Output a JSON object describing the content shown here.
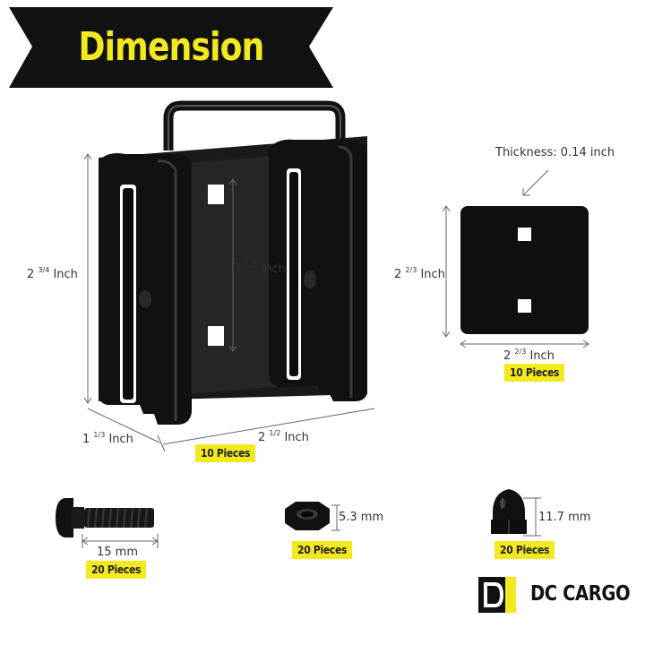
{
  "header": {
    "title": "Dimension"
  },
  "bracket": {
    "height_whole": "2",
    "height_frac": "3/4",
    "height_unit": "Inch",
    "inner_whole": "1",
    "inner_frac": "1/5",
    "inner_unit": "Inch",
    "depth_whole": "1",
    "depth_frac": "1/3",
    "depth_unit": "Inch",
    "width_whole": "2",
    "width_frac": "1/2",
    "width_unit": "Inch",
    "quantity": "10 Pieces"
  },
  "plate": {
    "thickness": "Thickness: 0.14 inch",
    "height_whole": "2",
    "height_frac": "2/3",
    "height_unit": "Inch",
    "width_whole": "2",
    "width_frac": "2/3",
    "width_unit": "Inch",
    "quantity": "10 Pieces"
  },
  "bolt": {
    "length": "15 mm",
    "quantity": "20 Pieces"
  },
  "nut": {
    "height": "5.3 mm",
    "quantity": "20 Pieces"
  },
  "cap_nut": {
    "height": "11.7 mm",
    "quantity": "20 Pieces"
  },
  "brand": {
    "name": "DC CARGO"
  },
  "colors": {
    "accent": "#f2ea1f",
    "banner": "#111111",
    "product": "#151515"
  }
}
